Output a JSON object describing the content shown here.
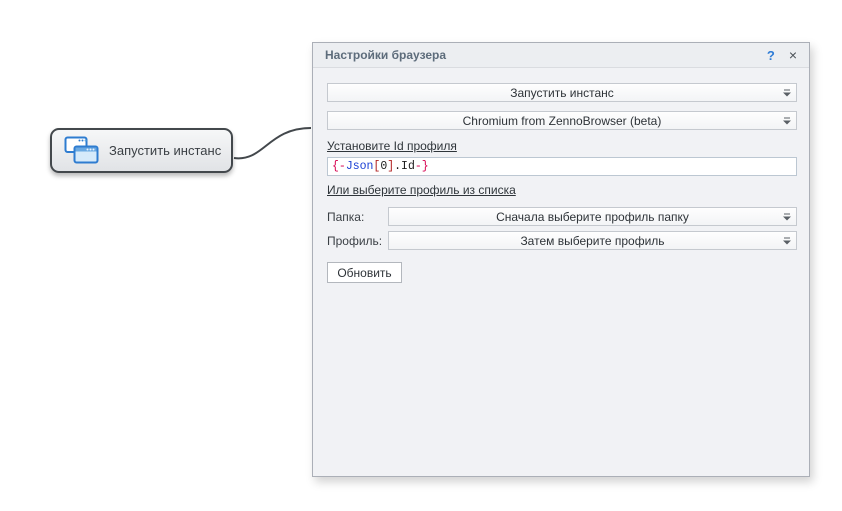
{
  "node": {
    "label": "Запустить инстанс",
    "icon": "instance-windows-icon"
  },
  "panel": {
    "title": "Настройки браузера",
    "help_icon": "?",
    "close_icon": "×",
    "action_combo": {
      "value": "Запустить инстанс"
    },
    "browser_combo": {
      "value": "Chromium from ZennoBrowser (beta)"
    },
    "profile_id_link": "Установите Id профиля",
    "profile_id_input": {
      "value": "{-Json[0].Id-}",
      "segments": [
        {
          "text": "{-",
          "color": "#d6004f"
        },
        {
          "text": "Json",
          "color": "#1b3fd4"
        },
        {
          "text": "[",
          "color": "#b22222"
        },
        {
          "text": "0",
          "color": "#1a1a1a"
        },
        {
          "text": "]",
          "color": "#b22222"
        },
        {
          "text": ".Id",
          "color": "#1a1a1a"
        },
        {
          "text": "-}",
          "color": "#d6004f"
        }
      ]
    },
    "or_select_link": "Или выберите профиль из списка",
    "folder_row": {
      "label": "Папка:",
      "combo_value": "Сначала выберите профиль папку"
    },
    "profile_row": {
      "label": "Профиль:",
      "combo_value": "Затем выберите профиль"
    },
    "refresh_button": "Обновить"
  },
  "colors": {
    "accent_blue": "#2e7cd6",
    "panel_bg": "#f1f2f5",
    "node_border": "#43484c",
    "macro_brace": "#d6004f",
    "macro_var": "#1b3fd4"
  }
}
